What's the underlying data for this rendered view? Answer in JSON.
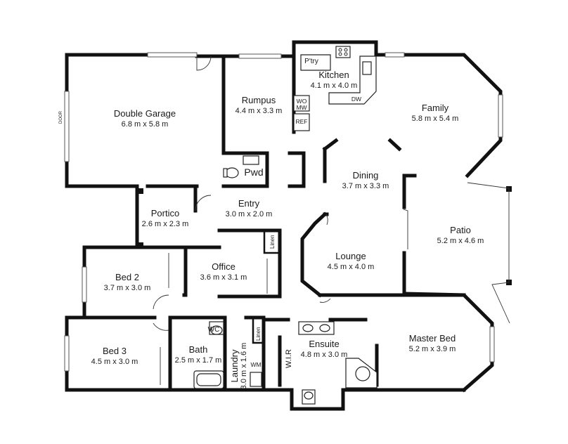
{
  "rooms": {
    "double_garage": {
      "name": "Double Garage",
      "dims": "6.8 m x 5.8 m"
    },
    "rumpus": {
      "name": "Rumpus",
      "dims": "4.4 m x 3.3 m"
    },
    "kitchen": {
      "name": "Kitchen",
      "dims": "4.1 m x 4.0 m"
    },
    "family": {
      "name": "Family",
      "dims": "5.8 m x 5.4 m"
    },
    "pwd": {
      "name": "Pwd"
    },
    "dining": {
      "name": "Dining",
      "dims": "3.7 m x 3.3 m"
    },
    "entry": {
      "name": "Entry",
      "dims": "3.0 m x 2.0 m"
    },
    "portico": {
      "name": "Portico",
      "dims": "2.6 m x 2.3 m"
    },
    "patio": {
      "name": "Patio",
      "dims": "5.2 m x 4.6 m"
    },
    "office": {
      "name": "Office",
      "dims": "3.6 m x 3.1 m"
    },
    "bed2": {
      "name": "Bed 2",
      "dims": "3.7 m x 3.0 m"
    },
    "lounge": {
      "name": "Lounge",
      "dims": "4.5 m x 4.0 m"
    },
    "bed3": {
      "name": "Bed 3",
      "dims": "4.5 m x 3.0 m"
    },
    "bath": {
      "name": "Bath",
      "dims": "2.5 m x 1.7 m"
    },
    "laundry": {
      "name": "Laundry",
      "dims": "3.0 m x 1.6 m"
    },
    "ensuite": {
      "name": "Ensuite",
      "dims": "4.8 m x 3.0 m"
    },
    "master_bed": {
      "name": "Master Bed",
      "dims": "5.2 m x 3.9 m"
    }
  },
  "fixtures": {
    "pantry": "P'try",
    "wo_mw": [
      "WO",
      "MW"
    ],
    "ref": "REF",
    "dw": "DW",
    "linen_office": "Linen",
    "linen_laundry": "Linen",
    "wc": "WC",
    "wm": "WM",
    "wir": "W.I.R",
    "door": "DOOR"
  },
  "colors": {
    "wall": "#111111",
    "background": "#ffffff"
  }
}
